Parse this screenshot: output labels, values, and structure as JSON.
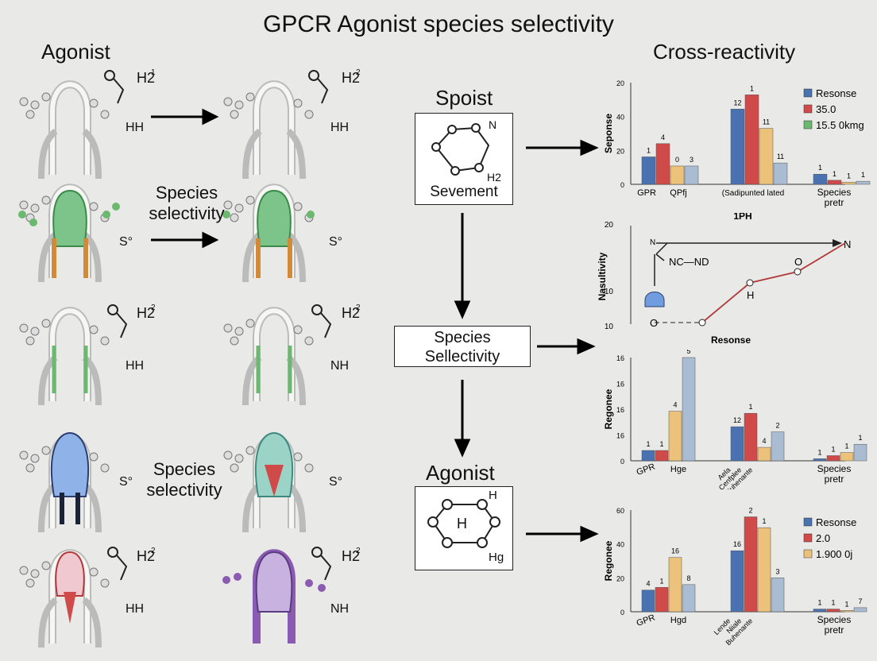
{
  "title": "GPCR Agonist species selectivity",
  "left_heading": "Agonist",
  "right_heading": "Cross-reactivity",
  "left_labels": [
    {
      "id": "sel1",
      "text_line1": "Species",
      "text_line2": "selectivity"
    },
    {
      "id": "sel2",
      "text_line1": "Species",
      "text_line2": "selectivity"
    }
  ],
  "molecule_labels": {
    "r1a": "H2",
    "r1b": "HH",
    "r1c": "H2",
    "r1d": "HH",
    "r2a": "S°",
    "r2b": "S°",
    "r3a": "H2",
    "r3b": "HH",
    "r3c": "H2",
    "r3d": "NH",
    "r4a": "S°",
    "r4b": "S°",
    "r5a": "H2",
    "r5b": "HH",
    "r5c": "H2",
    "r5d": "NH",
    "superscripts": [
      "1",
      "2",
      "2",
      "2",
      "2",
      "2"
    ]
  },
  "center": {
    "spoist_label": "Spoist",
    "spoist_box_caption": "Sevement",
    "spoist_atoms": [
      "N",
      "H2"
    ],
    "species_box_line1": "Species",
    "species_box_line2": "Sellectivity",
    "agonist_label": "Agonist",
    "agonist_atoms": [
      "H",
      "H",
      "Hg"
    ]
  },
  "colors": {
    "blue": "#4a72b0",
    "red": "#d04a4a",
    "yellow": "#ecc27a",
    "grey": "#a9bcd1",
    "green": "#6bb86f",
    "purple": "#8a5bb0",
    "orange": "#d08a3a"
  },
  "chart_data": [
    {
      "type": "bar",
      "ylabel": "Seponse",
      "yticks": [
        "20",
        "40",
        "20",
        "0"
      ],
      "groups": [
        {
          "label": "GPR",
          "values": [
            {
              "value": 27,
              "label": "1"
            },
            {
              "value": 40,
              "label": "4"
            },
            {
              "value": 18,
              "label": "0"
            },
            {
              "value": 18,
              "label": "3"
            }
          ]
        },
        {
          "label": "(Sadipunted lated",
          "values": [
            {
              "value": 74,
              "label": "12"
            },
            {
              "value": 88,
              "label": "1"
            },
            {
              "value": 55,
              "label": "11"
            },
            {
              "value": 21,
              "label": "11"
            }
          ]
        },
        {
          "label": "Species pretr",
          "values": [
            {
              "value": 10,
              "label": "1"
            },
            {
              "value": 4,
              "label": "1"
            },
            {
              "value": 2,
              "label": "1"
            },
            {
              "value": 3,
              "label": "1"
            }
          ]
        }
      ],
      "extra_xlabel": "QPfj",
      "legend": [
        "Resonse",
        "35.0",
        "15.5 0kmg"
      ],
      "legend_colors": [
        "#4a72b0",
        "#d04a4a",
        "#6bb86f"
      ]
    },
    {
      "type": "line",
      "title": "1PH",
      "ylabel": "Nasultivity",
      "xlabel": "Resonse",
      "yticks": [
        "20",
        "10",
        "10"
      ],
      "points": [
        {
          "x": 0,
          "y": 0,
          "label": "O"
        },
        {
          "x": 1,
          "y": 0
        },
        {
          "x": 2,
          "y": 2.5,
          "label": "H"
        },
        {
          "x": 3,
          "y": 3.2,
          "label": "O"
        },
        {
          "x": 4,
          "y": 5
        }
      ],
      "annotations": [
        "N",
        "NC—ND",
        "N"
      ]
    },
    {
      "type": "bar",
      "ylabel": "Regonee",
      "yticks": [
        "16",
        "16",
        "16",
        "16",
        "0"
      ],
      "groups": [
        {
          "label": "GPR",
          "values": [
            {
              "value": 10,
              "label": "1"
            },
            {
              "value": 10,
              "label": "1"
            },
            {
              "value": 48,
              "label": "4"
            },
            {
              "value": 100,
              "label": "5"
            }
          ]
        },
        {
          "label": "Aela Cenfplee Buhenante",
          "values": [
            {
              "value": 33,
              "label": "12"
            },
            {
              "value": 46,
              "label": "1"
            },
            {
              "value": 13,
              "label": "4"
            },
            {
              "value": 28,
              "label": "2"
            }
          ]
        },
        {
          "label": "Species pretr",
          "values": [
            {
              "value": 2,
              "label": "1"
            },
            {
              "value": 5,
              "label": "1"
            },
            {
              "value": 8,
              "label": "1"
            },
            {
              "value": 16,
              "label": "1"
            }
          ]
        }
      ],
      "extra_xlabel": "Hge"
    },
    {
      "type": "bar",
      "ylabel": "Regonee",
      "yticks": [
        "60",
        "40",
        "20",
        "0"
      ],
      "groups": [
        {
          "label": "GPR",
          "values": [
            {
              "value": 16,
              "label": "4"
            },
            {
              "value": 18,
              "label": "1"
            },
            {
              "value": 40,
              "label": "16"
            },
            {
              "value": 20,
              "label": "8"
            }
          ]
        },
        {
          "label": "Lende Niiale Buhenante",
          "values": [
            {
              "value": 45,
              "label": "16"
            },
            {
              "value": 70,
              "label": "2"
            },
            {
              "value": 62,
              "label": "1"
            },
            {
              "value": 25,
              "label": "3"
            }
          ]
        },
        {
          "label": "Species pretr",
          "values": [
            {
              "value": 2,
              "label": "1"
            },
            {
              "value": 2,
              "label": "1"
            },
            {
              "value": 1,
              "label": "1"
            },
            {
              "value": 3,
              "label": "7"
            }
          ]
        }
      ],
      "extra_xlabel": "Hgd",
      "legend": [
        "Resonse",
        "2.0",
        "1.900 0j"
      ],
      "legend_colors": [
        "#4a72b0",
        "#d04a4a",
        "#ecc27a"
      ]
    }
  ]
}
